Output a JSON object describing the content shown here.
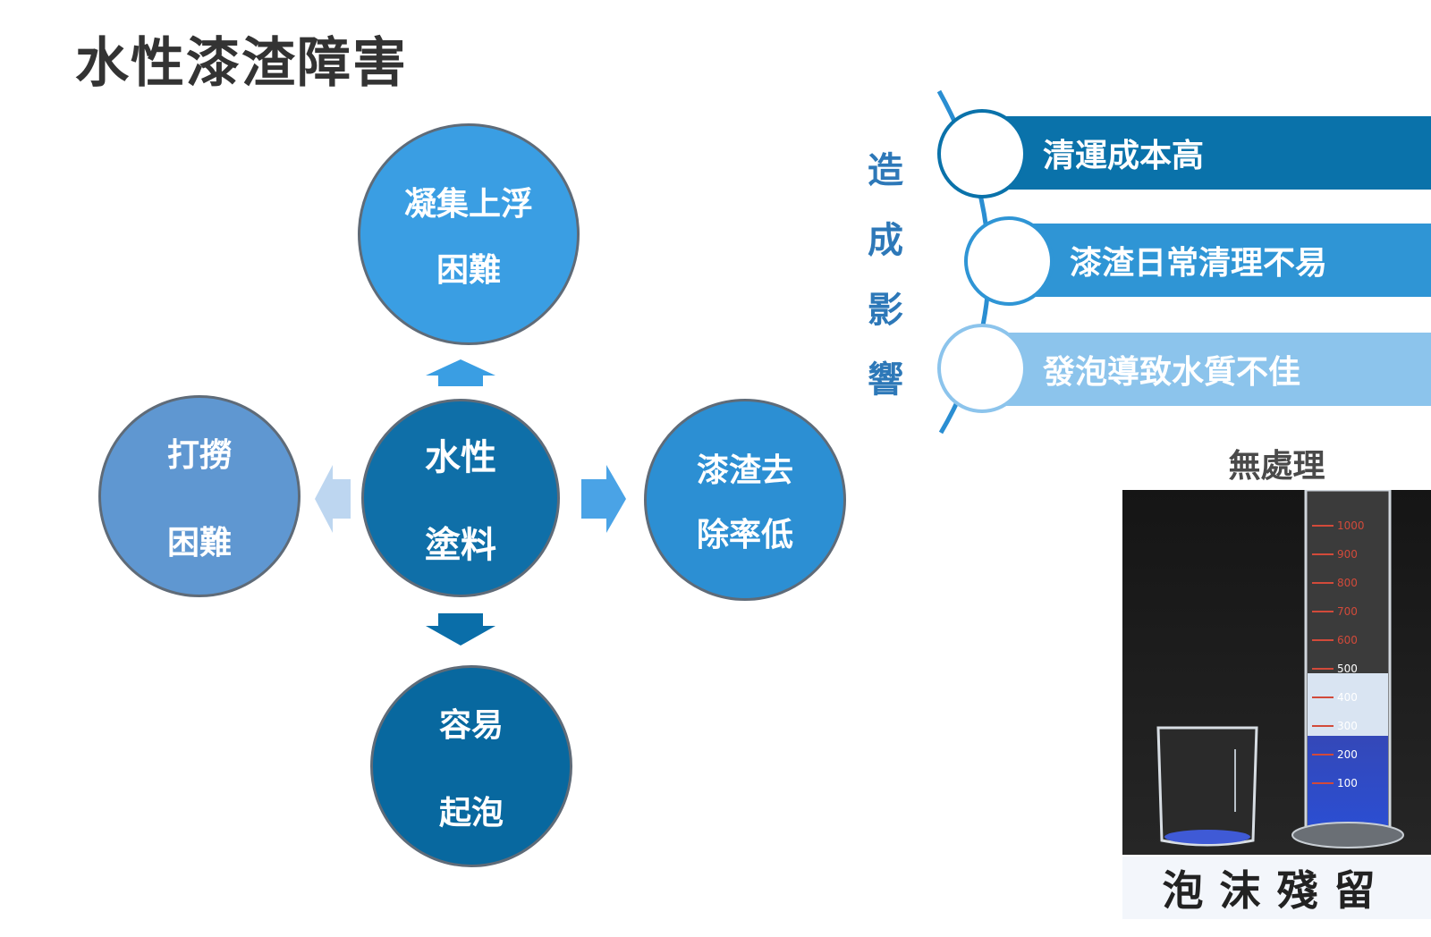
{
  "title": "水性漆渣障害",
  "diagram": {
    "center": {
      "line1": "水性",
      "line2": "塗料"
    },
    "top": {
      "line1": "凝集上浮",
      "line2": "困難"
    },
    "right": {
      "line1": "漆渣去",
      "line2": "除率低"
    },
    "left": {
      "line1": "打撈",
      "line2": "困難"
    },
    "bottom": {
      "line1": "容易",
      "line2": "起泡"
    }
  },
  "impact": {
    "label_chars": [
      "造",
      "成",
      "影",
      "響"
    ],
    "items": [
      "清運成本高",
      "漆渣日常清理不易",
      "發泡導致水質不佳"
    ]
  },
  "photo": {
    "caption": "無處理",
    "footer": "泡沫殘留",
    "cylinder_marks": [
      "1000",
      "900",
      "800",
      "700",
      "600",
      "500",
      "400",
      "300",
      "200",
      "100"
    ]
  },
  "colors": {
    "center": "#0f6fa8",
    "top": "#3a9ee3",
    "right": "#2c8fd3",
    "left": "#5f97d1",
    "bottom": "#08689f",
    "impact_1": "#0a72aa",
    "impact_2": "#2f95d5",
    "impact_3": "#8cc4ec"
  }
}
